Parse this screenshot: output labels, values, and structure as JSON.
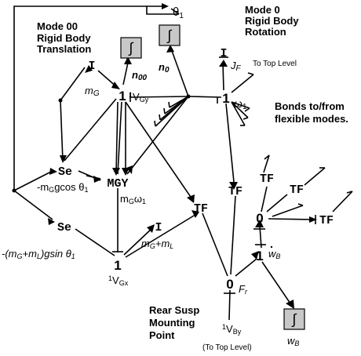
{
  "annotations": {
    "mode00_line1": "Mode 00",
    "mode00_line2": "Rigid Body",
    "mode00_line3": "Translation",
    "mode0_line1": "Mode 0",
    "mode0_line2": "Rigid Body",
    "mode0_line3": "Rotation",
    "theta1": "θ",
    "theta1_sub": "1",
    "to_top_level": "To Top Level",
    "bonds_line1": "Bonds to/from",
    "bonds_line2": "flexible modes.",
    "rear_line1": "Rear Susp",
    "rear_line2": "Mounting",
    "rear_line3": "Point",
    "to_top_level_paren": "(To Top Level)"
  },
  "nodes": {
    "I_mg": "I",
    "I_jf": "I",
    "I_mgml": "I",
    "one_vgy": "1",
    "one_omega1": "1",
    "one_vgx": "1",
    "one_wb": "1",
    "zero_fr": "0",
    "zero_mid": "0",
    "se_top": "Se",
    "se_bottom": "Se",
    "mgy": "MGY",
    "tf_left": "TF",
    "tf_mid": "TF",
    "tf_a": "TF",
    "tf_b": "TF",
    "tf_right": "TF",
    "integrator": "∫"
  },
  "labels": {
    "n00": "n",
    "n00_sub": "00",
    "n0": "n",
    "n0_sub": "0",
    "mG": "m",
    "mG_sub": "G",
    "JF": "J",
    "JF_sub": "F",
    "vgy_sup": "1",
    "vgy_main": "V",
    "vgy_sub": "Gy",
    "omega1": "ω",
    "omega1_sub": "1",
    "se_top_text": "-m",
    "se_top_sub": "G",
    "se_top_rest": "gcos θ",
    "se_top_idx": "1",
    "mgomega_m": "m",
    "mgomega_sub": "G",
    "mgomega_w": "ω",
    "mgomega_wsub": "1",
    "se_bot_open": "-(m",
    "se_bot_g": "G",
    "se_bot_plus": "+m",
    "se_bot_l": "L",
    "se_bot_rest": ")gsin θ",
    "se_bot_idx": "1",
    "mgml_m": "m",
    "mgml_g": "G",
    "mgml_plus": "+m",
    "mgml_l": "L",
    "vgx_sup": "1",
    "vgx_main": "V",
    "vgx_sub": "Gx",
    "wb_dot": "w",
    "wb_dot_sub": "B",
    "fr": "F",
    "fr_sub": "r",
    "vby_sup": "1",
    "vby_main": "V",
    "vby_sub": "By",
    "wb": "w",
    "wb_sub": "B"
  }
}
